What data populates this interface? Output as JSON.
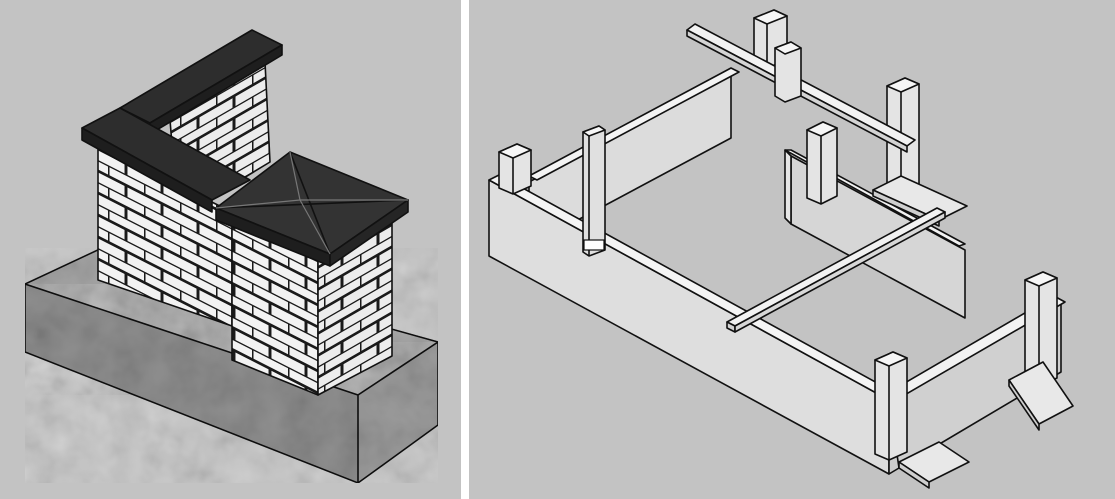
{
  "figure": {
    "panels": [
      {
        "id": "left",
        "subject": "brick-fence-section-on-concrete-foundation",
        "icons": [
          "brick-wall-icon",
          "pillar-cap-icon",
          "concrete-foundation-icon"
        ]
      },
      {
        "id": "right",
        "subject": "wooden-formwork-for-foundation",
        "icons": [
          "formwork-board-icon",
          "stake-icon",
          "cross-brace-icon"
        ]
      }
    ],
    "colors": {
      "background": "#c3c3c3",
      "brick": "#f2f2f2",
      "mortar": "#1a1a1a",
      "cap": "#2d2d2d",
      "concrete": "#9a9a9a",
      "board": "#dedede",
      "board_top": "#f4f4f4",
      "outline": "#111111"
    }
  }
}
